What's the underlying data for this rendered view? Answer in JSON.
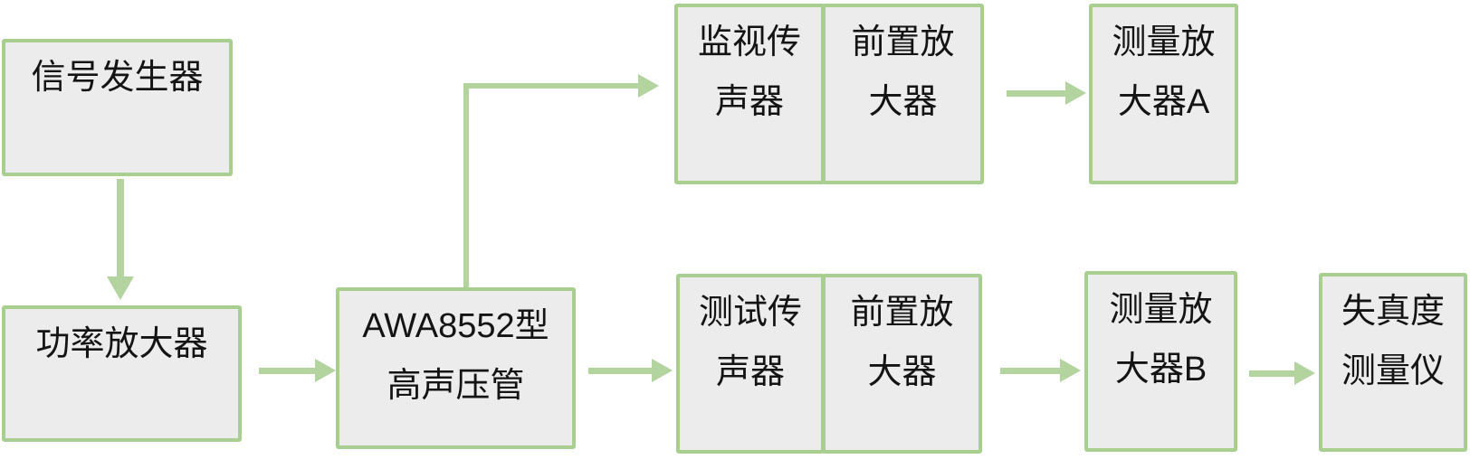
{
  "theme": {
    "border_green": "#a9cf90",
    "arrow_green": "#b3d49f",
    "box_fill": "#ececec",
    "text_color": "#141414",
    "background": "#ffffff"
  },
  "diagram_title": "",
  "boxes": {
    "signal_generator": {
      "lines": [
        "信号发生器"
      ]
    },
    "power_amplifier": {
      "lines": [
        "功率放大器"
      ]
    },
    "awa_tube": {
      "lines": [
        "AWA8552型",
        "高声压管"
      ]
    },
    "monitor_mic": {
      "lines": [
        "监视传",
        "声器"
      ]
    },
    "preamp_top": {
      "lines": [
        "前置放",
        "大器"
      ]
    },
    "meas_amp_a": {
      "lines": [
        "测量放",
        "大器A"
      ]
    },
    "test_mic": {
      "lines": [
        "测试传",
        "声器"
      ]
    },
    "preamp_bottom": {
      "lines": [
        "前置放",
        "大器"
      ]
    },
    "meas_amp_b": {
      "lines": [
        "测量放",
        "大器B"
      ]
    },
    "distortion_meter": {
      "lines": [
        "失真度",
        "测量仪"
      ]
    }
  },
  "connections": [
    {
      "from": "signal_generator",
      "to": "power_amplifier",
      "direction": "down"
    },
    {
      "from": "power_amplifier",
      "to": "awa_tube",
      "direction": "right"
    },
    {
      "from": "awa_tube",
      "to": "monitor_mic",
      "direction": "elbow-up-right"
    },
    {
      "from": "awa_tube",
      "to": "test_mic",
      "direction": "right"
    },
    {
      "from": "preamp_top",
      "to": "meas_amp_a",
      "direction": "right"
    },
    {
      "from": "preamp_bottom",
      "to": "meas_amp_b",
      "direction": "right"
    },
    {
      "from": "meas_amp_b",
      "to": "distortion_meter",
      "direction": "right"
    }
  ]
}
